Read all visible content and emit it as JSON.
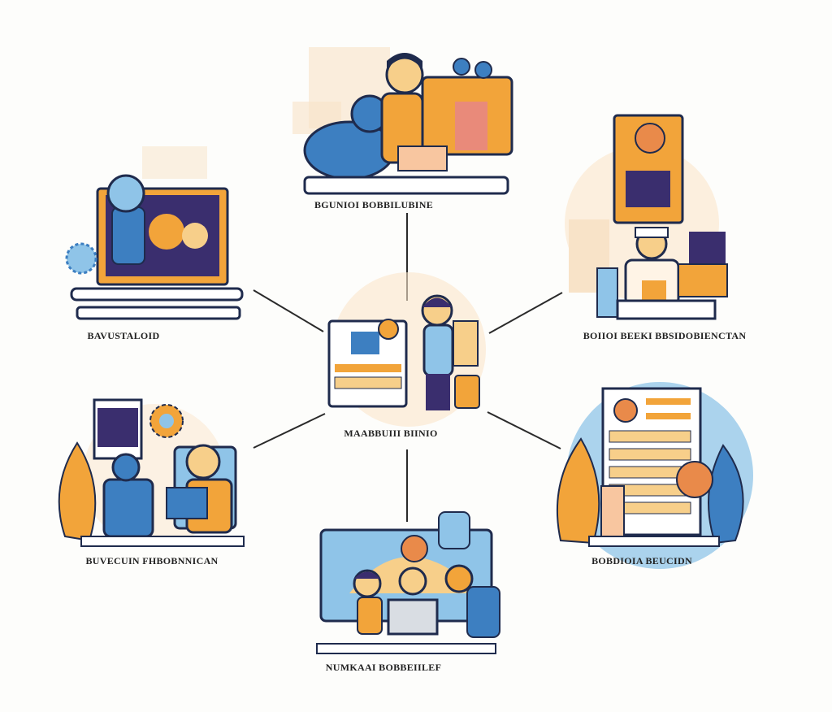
{
  "nodes": {
    "top": {
      "label": "BGUNIOI BOBBILUBINE"
    },
    "left_upper": {
      "label": "BAVUSTALOID"
    },
    "right_upper": {
      "label": "BOIIOI BEEKI BBSIDOBIENCTAN"
    },
    "center": {
      "label": "MAABBUIII BIINIO"
    },
    "left_lower": {
      "label": "BUVECUIN FHBOBNNICAN"
    },
    "right_lower": {
      "label": "BOBDIOIA BEUCIDN"
    },
    "bottom": {
      "label": "NUMKAAI BOBBEIILEF"
    }
  },
  "colors": {
    "navy": "#1f2b4d",
    "blue": "#3d7fc1",
    "light_blue": "#8fc4e8",
    "orange": "#f2a43a",
    "light_orange": "#f7cf8a",
    "peach": "#f8e3c8",
    "purple": "#3a2e6e"
  },
  "icons": {
    "top": "people-on-sofa-illustration",
    "left_upper": "laptop-video-illustration",
    "right_upper": "worker-at-counter-illustration",
    "center": "person-at-kiosk-illustration",
    "left_lower": "office-workers-illustration",
    "right_lower": "document-with-plants-illustration",
    "bottom": "team-at-monitor-illustration"
  }
}
